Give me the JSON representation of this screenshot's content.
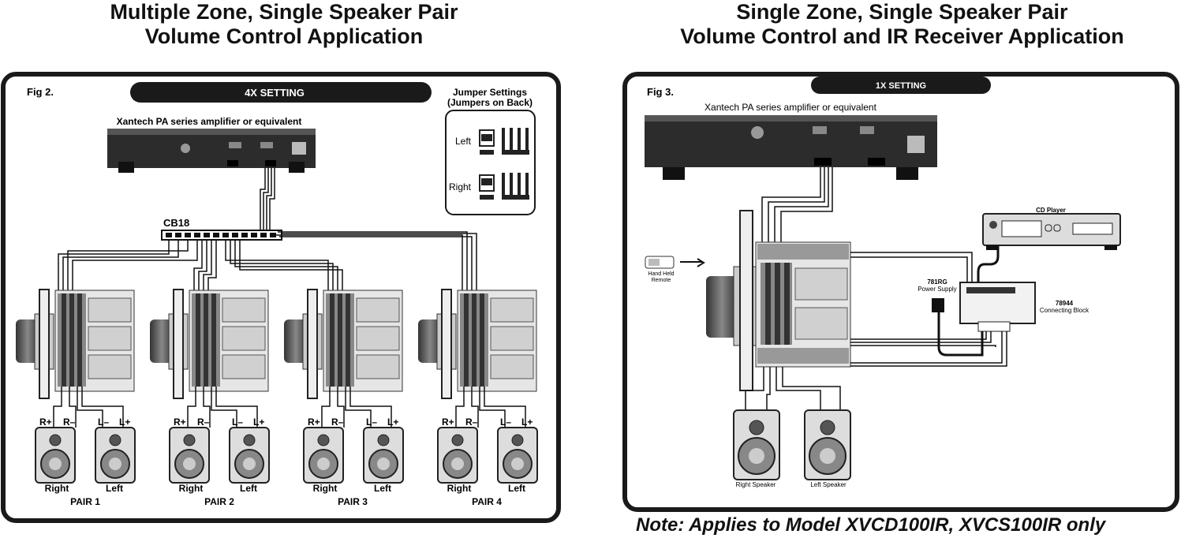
{
  "left": {
    "title_line1": "Multiple Zone, Single Speaker Pair",
    "title_line2": "Volume Control Application",
    "fig_label": "Fig 2.",
    "setting": "4X SETTING",
    "amp_label": "Xantech PA series amplifier or equivalent",
    "jumper_title_1": "Jumper Settings",
    "jumper_title_2": "(Jumpers on Back)",
    "jumper_left": "Left",
    "jumper_right": "Right",
    "hub_label": "CB18",
    "terminal_labels": [
      "R+",
      "R–",
      "L–",
      "L+"
    ],
    "speaker_right": "Right",
    "speaker_left": "Left",
    "pairs": [
      "PAIR 1",
      "PAIR 2",
      "PAIR 3",
      "PAIR 4"
    ]
  },
  "right": {
    "title_line1": "Single Zone, Single Speaker Pair",
    "title_line2": "Volume Control and IR Receiver Application",
    "fig_label": "Fig 3.",
    "setting": "1X SETTING",
    "amp_label": "Xantech PA series amplifier or equivalent",
    "cd_player": "CD Player",
    "power_supply_model": "781RG",
    "power_supply_label": "Power Supply",
    "block_model": "78944",
    "block_label": "Connecting Block",
    "remote_line1": "Hand Held",
    "remote_line2": "Remote",
    "right_speaker": "Right Speaker",
    "left_speaker": "Left Speaker"
  },
  "note": "Note: Applies to Model XVCD100IR, XVCS100IR only"
}
